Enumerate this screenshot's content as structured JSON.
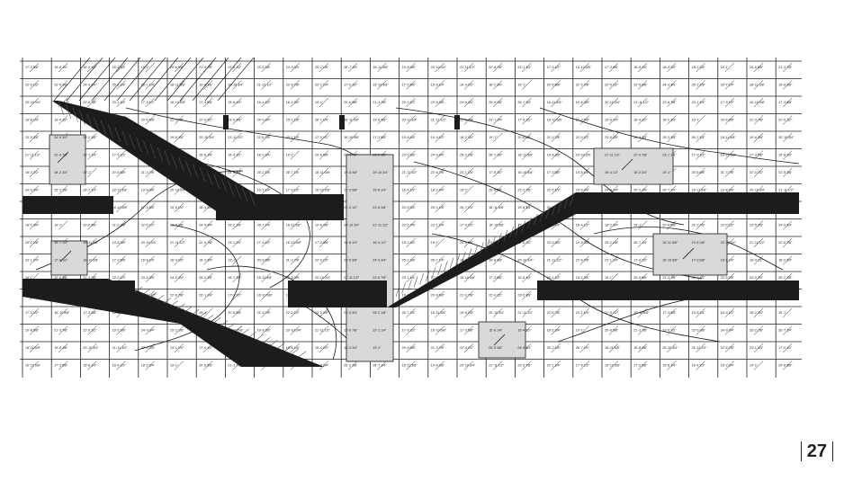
{
  "page": {
    "number": "27"
  },
  "drawing": {
    "description_labels": false,
    "colors": {
      "ink": "#1a1a1a",
      "grid": "#222222",
      "panel_fill": "#d9d9d9",
      "slab": "#1c1c1c",
      "background": "#ffffff"
    },
    "elevation_labels_sample": [
      "17'-3 5/8\"",
      "15'-8 1/4\"",
      "16'-4 1/2\"",
      "18'-2 3/4\"",
      "19'-1\"",
      "20'-6 5/8\"",
      "21'-3 7/8\"",
      "22'-0 1/2\"",
      "23'-5 3/8\"",
      "24'-9 3/4\"",
      "25'-2 1/8\"",
      "26'-7 1/4\"",
      "18'-11 5/8\"",
      "19'-8 3/8\"",
      "20'-10 3/4\"",
      "21'-11 1/2\"",
      "22'-6 7/8\"",
      "23'-1 1/4\"",
      "17'-9 1/2\"",
      "16'-10 5/8\""
    ]
  }
}
